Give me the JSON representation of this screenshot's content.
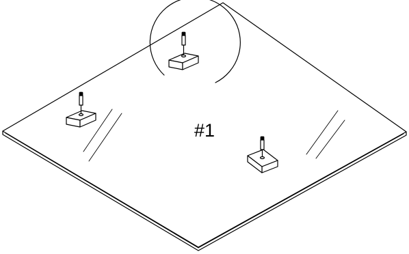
{
  "diagram": {
    "part_label": "#1",
    "components": [
      "glass-panel",
      "mounting-block",
      "mounting-screw",
      "detail-circle"
    ],
    "colors": {
      "line": "#000000",
      "background": "#ffffff"
    }
  }
}
